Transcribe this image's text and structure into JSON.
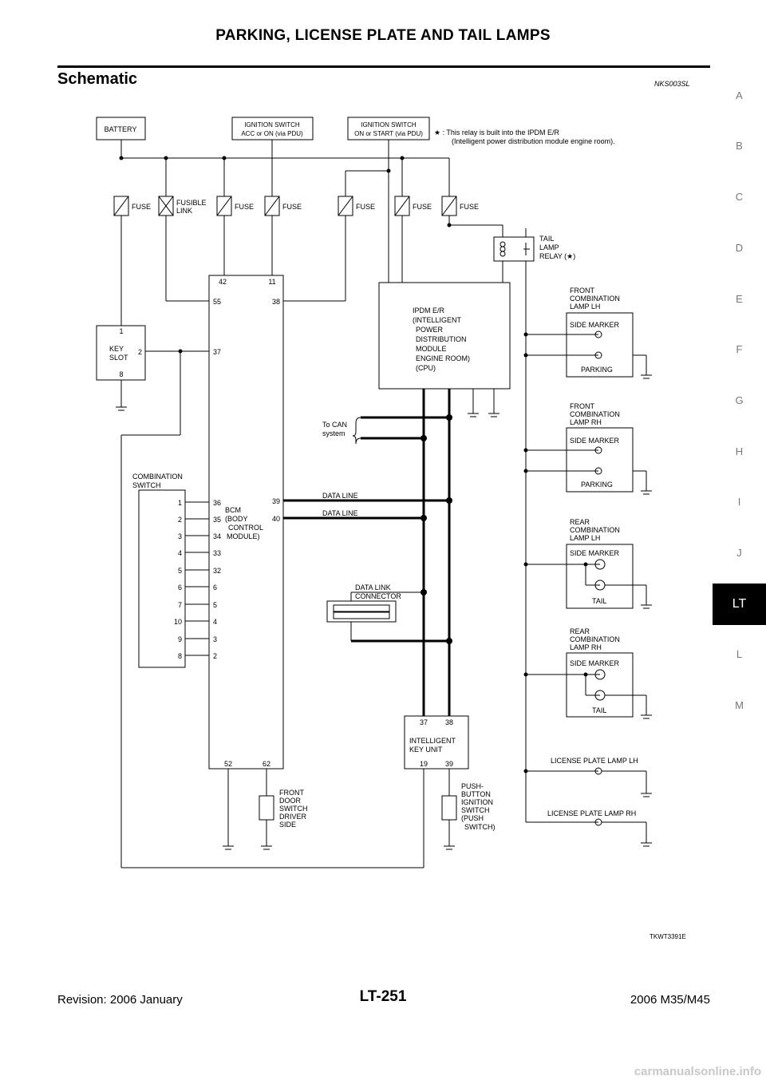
{
  "header": {
    "title": "PARKING, LICENSE PLATE AND TAIL LAMPS"
  },
  "section": {
    "title": "Schematic",
    "code": "NKS003SL"
  },
  "side_tabs": [
    "A",
    "B",
    "C",
    "D",
    "E",
    "F",
    "G",
    "H",
    "I",
    "J",
    "LT",
    "L",
    "M"
  ],
  "active_tab": "LT",
  "schematic": {
    "battery": "BATTERY",
    "ign_acc": [
      "IGNITION SWITCH",
      "ACC or ON (via PDU)"
    ],
    "ign_on": [
      "IGNITION SWITCH",
      "ON or START (via PDU)"
    ],
    "relay_note": [
      "★ : This relay is built into the IPDM E/R",
      "(Intelligent power distribution module engine room)."
    ],
    "fuse": "FUSE",
    "fusible_link": [
      "FUSIBLE",
      "LINK"
    ],
    "tail_relay": [
      "TAIL",
      "LAMP",
      "RELAY (★)"
    ],
    "ipdm": [
      "IPDM E/R",
      "(INTELLIGENT",
      "POWER",
      "DISTRIBUTION",
      "MODULE",
      "ENGINE ROOM)",
      "(CPU)"
    ],
    "key_slot": [
      "KEY",
      "SLOT"
    ],
    "key_slot_pins": [
      "1",
      "2",
      "8"
    ],
    "bcm": [
      "BCM",
      "(BODY",
      "CONTROL",
      "MODULE)"
    ],
    "bcm_top_pins": [
      "42",
      "11"
    ],
    "bcm_pins_55_38": [
      "55",
      "38"
    ],
    "bcm_pin_37": "37",
    "bcm_data_pins": [
      "39",
      "40"
    ],
    "bcm_left_pins": [
      "36",
      "35",
      "34",
      "33",
      "32",
      "6",
      "5",
      "4",
      "3",
      "2"
    ],
    "bcm_bottom_pins": [
      "52",
      "62"
    ],
    "comb_switch": [
      "COMBINATION",
      "SWITCH"
    ],
    "comb_pins": [
      "1",
      "2",
      "3",
      "4",
      "5",
      "6",
      "7",
      "10",
      "9",
      "8"
    ],
    "can": [
      "To CAN",
      "system"
    ],
    "data_line": "DATA LINE",
    "dlc": [
      "DATA LINK",
      "CONNECTOR"
    ],
    "iku": [
      "INTELLIGENT",
      "KEY UNIT"
    ],
    "iku_top_pins": [
      "37",
      "38"
    ],
    "iku_bottom_pins": [
      "19",
      "39"
    ],
    "front_door": [
      "FRONT",
      "DOOR",
      "SWITCH",
      "DRIVER",
      "SIDE"
    ],
    "push_button": [
      "PUSH-",
      "BUTTON",
      "IGNITION",
      "SWITCH",
      "(PUSH",
      "SWITCH)"
    ],
    "lamp_groups": [
      {
        "title": [
          "FRONT",
          "COMBINATION",
          "LAMP LH"
        ],
        "top": "SIDE MARKER",
        "bottom": "PARKING"
      },
      {
        "title": [
          "FRONT",
          "COMBINATION",
          "LAMP RH"
        ],
        "top": "SIDE MARKER",
        "bottom": "PARKING"
      },
      {
        "title": [
          "REAR",
          "COMBINATION",
          "LAMP LH"
        ],
        "top": "SIDE MARKER",
        "bottom": "TAIL"
      },
      {
        "title": [
          "REAR",
          "COMBINATION",
          "LAMP RH"
        ],
        "top": "SIDE MARKER",
        "bottom": "TAIL"
      }
    ],
    "license_lh": "LICENSE PLATE LAMP LH",
    "license_rh": "LICENSE PLATE LAMP RH",
    "figure_code": "TKWT3391E"
  },
  "footer": {
    "left": "Revision: 2006 January",
    "center": "LT-251",
    "right": "2006 M35/M45"
  },
  "watermark": "carmanualsonline.info"
}
